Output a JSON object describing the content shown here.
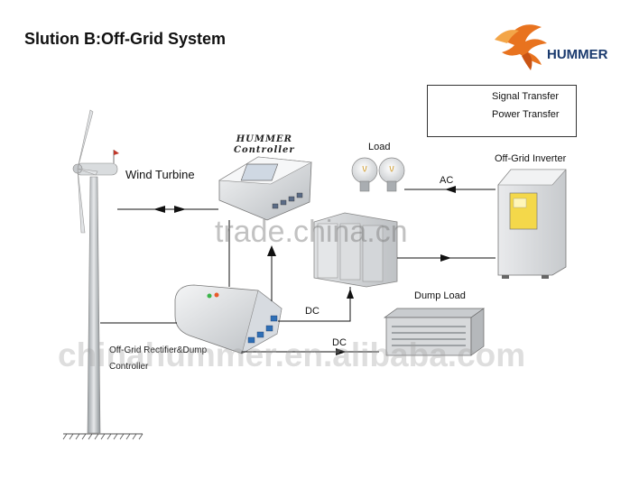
{
  "title": "Slution B:Off-Grid System",
  "logo": {
    "text": "HUMMER",
    "icon": "hummingbird-logo-icon",
    "color": "#1a3a6e",
    "accent": "#e8731f"
  },
  "legend": {
    "signal_label": "Signal Transfer",
    "power_label": "Power Transfer"
  },
  "components": {
    "wind_turbine": "Wind Turbine",
    "controller_brand": "HUMMER",
    "controller_name": "Controller",
    "load": "Load",
    "inverter": "Off-Grid Inverter",
    "dump_load": "Dump Load",
    "rectifier_line1": "Off-Grid Rectifier&Dump",
    "rectifier_line2": "Controller"
  },
  "links": {
    "ac": "AC",
    "dc_battery": "DC",
    "dc_dump": "DC"
  },
  "watermarks": {
    "center": "trade.china.cn",
    "bottom": "chinahummer.en.alibaba.com"
  }
}
